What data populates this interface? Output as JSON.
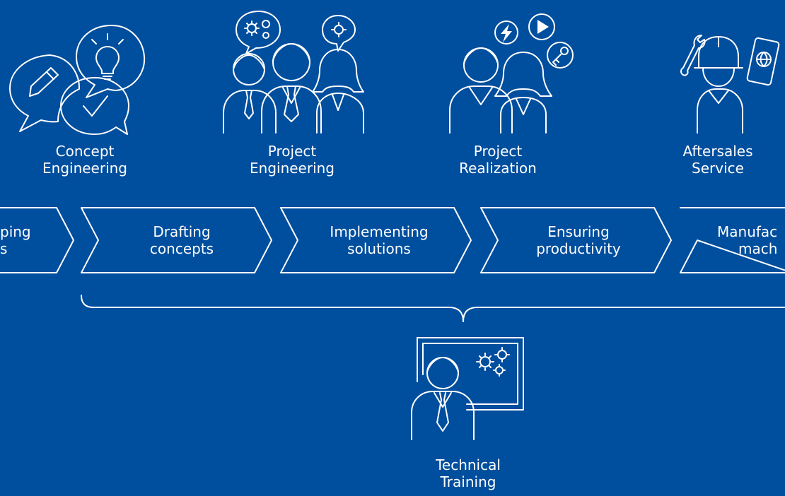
{
  "roles": [
    {
      "line1": "Concept",
      "line2": "Engineering",
      "icon": "speech-bubbles-icon"
    },
    {
      "line1": "Project",
      "line2": "Engineering",
      "icon": "engineer-team-icon"
    },
    {
      "line1": "Project",
      "line2": "Realization",
      "icon": "realization-team-icon"
    },
    {
      "line1": "Aftersales",
      "line2": "Service",
      "icon": "service-technician-icon"
    }
  ],
  "steps": [
    {
      "line1": "ping",
      "line2": "s"
    },
    {
      "line1": "Drafting",
      "line2": "concepts"
    },
    {
      "line1": "Implementing",
      "line2": "solutions"
    },
    {
      "line1": "Ensuring",
      "line2": "productivity"
    },
    {
      "line1": "Manufac",
      "line2": "mach"
    }
  ],
  "training": {
    "line1": "Technical",
    "line2": "Training",
    "icon": "trainer-icon"
  },
  "colors": {
    "background": "#004e9e",
    "foreground": "#ffffff"
  }
}
